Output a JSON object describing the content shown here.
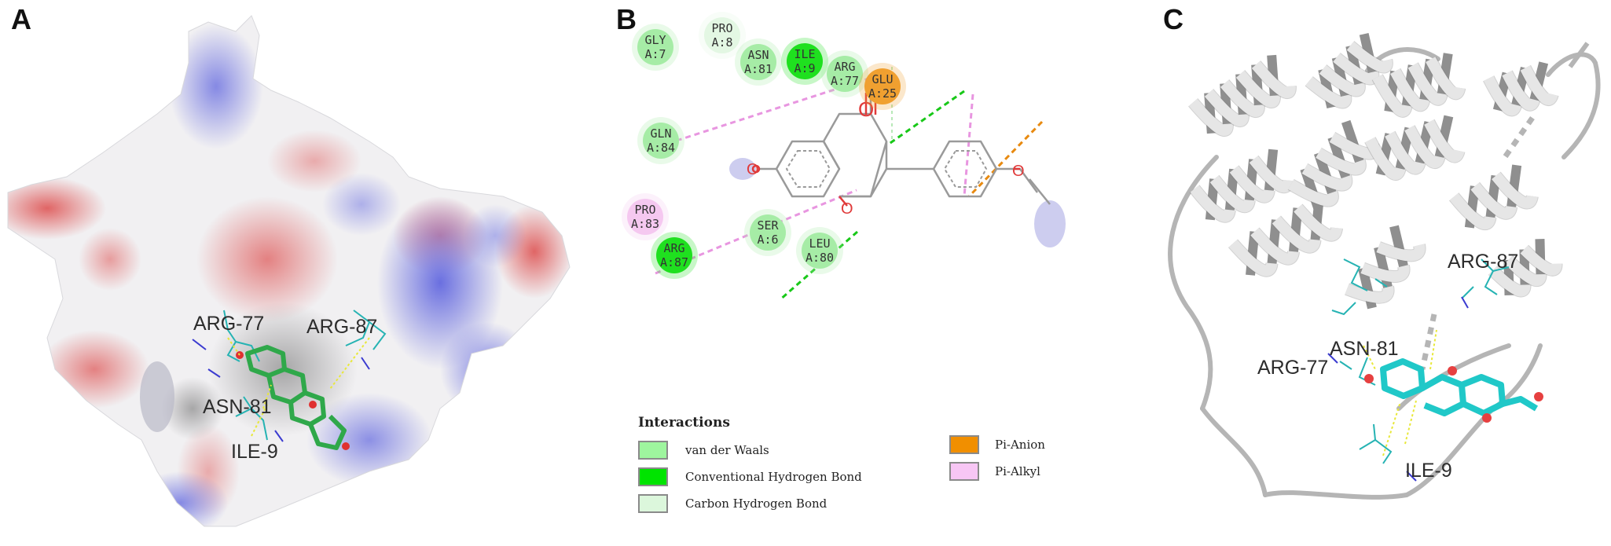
{
  "panels": {
    "a": {
      "letter": "A",
      "labels": [
        "ARG-77",
        "ARG-87",
        "ASN-81",
        "ILE-9"
      ]
    },
    "b": {
      "letter": "B",
      "residues": [
        {
          "name": "GLY",
          "chain": "A:7",
          "type": "vdw"
        },
        {
          "name": "PRO",
          "chain": "A:8",
          "type": "chb"
        },
        {
          "name": "ASN",
          "chain": "A:81",
          "type": "vdw"
        },
        {
          "name": "ILE",
          "chain": "A:9",
          "type": "hbond"
        },
        {
          "name": "ARG",
          "chain": "A:77",
          "type": "vdw"
        },
        {
          "name": "GLU",
          "chain": "A:25",
          "type": "anion"
        },
        {
          "name": "GLN",
          "chain": "A:84",
          "type": "vdw"
        },
        {
          "name": "PRO",
          "chain": "A:83",
          "type": "alkyl"
        },
        {
          "name": "ARG",
          "chain": "A:87",
          "type": "hbond"
        },
        {
          "name": "SER",
          "chain": "A:6",
          "type": "vdw"
        },
        {
          "name": "LEU",
          "chain": "A:80",
          "type": "vdw"
        }
      ],
      "legend": {
        "title": "Interactions",
        "items": [
          {
            "label": "van der Waals",
            "color": "#9ef59e"
          },
          {
            "label": "Conventional Hydrogen Bond",
            "color": "#00e400"
          },
          {
            "label": "Carbon Hydrogen Bond",
            "color": "#dcf7dc"
          },
          {
            "label": "Pi-Anion",
            "color": "#f18f00"
          },
          {
            "label": "Pi-Alkyl",
            "color": "#f7c6f4"
          }
        ]
      }
    },
    "c": {
      "letter": "C",
      "labels": [
        "ARG-87",
        "ASN-81",
        "ARG-77",
        "ILE-9"
      ]
    }
  },
  "colors": {
    "vdw": "#a6eca6",
    "hbond": "#1fe01f",
    "chb": "#e3f7e3",
    "anion": "#f0a030",
    "alkyl": "#f5c8f0",
    "hbond_line": "#18c818",
    "alkyl_line": "#e896e0",
    "anion_line": "#e88a10",
    "ligand": "#2fa84a",
    "ligand_c": "#20c8c8",
    "ribbon": "#e2e2e2",
    "ribbon_dark": "#9a9a9a"
  }
}
